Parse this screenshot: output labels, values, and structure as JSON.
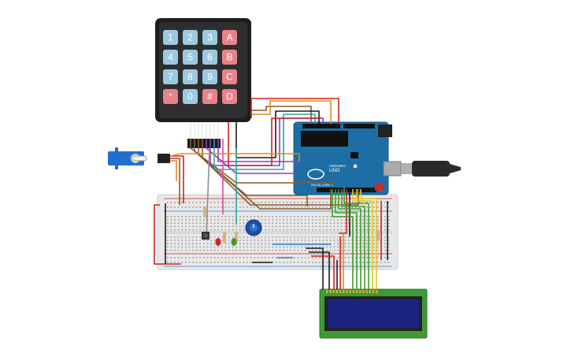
{
  "keypad": {
    "rows": [
      [
        "1",
        "2",
        "3",
        "A"
      ],
      [
        "4",
        "5",
        "6",
        "B"
      ],
      [
        "7",
        "8",
        "9",
        "C"
      ],
      [
        "*",
        "0",
        "#",
        "D"
      ]
    ],
    "colors": {
      "digit": "#9cc9e0",
      "letter": "#e8828a",
      "body": "#2b2b2b",
      "frame": "#1e1e1e"
    }
  },
  "arduino": {
    "board_color": "#1c6ea4",
    "logo_text": "UNO",
    "brand_text": "ARDUINO",
    "pin_header_label": "DIGITAL (PWM ~)"
  },
  "lcd": {
    "pcb_color": "#3e9a36",
    "screen_color": "#1a237e"
  },
  "wire_colors": {
    "red": "#d0221f",
    "black": "#1a1a1a",
    "brown": "#8a5a2b",
    "orange": "#e48a1f",
    "yellow": "#e5c71a",
    "green": "#3d9c2a",
    "blue": "#2a7fd0",
    "purple": "#8e3db5",
    "pink": "#e04aa6",
    "gray": "#8f8f8f",
    "teal": "#2aa6a6"
  }
}
